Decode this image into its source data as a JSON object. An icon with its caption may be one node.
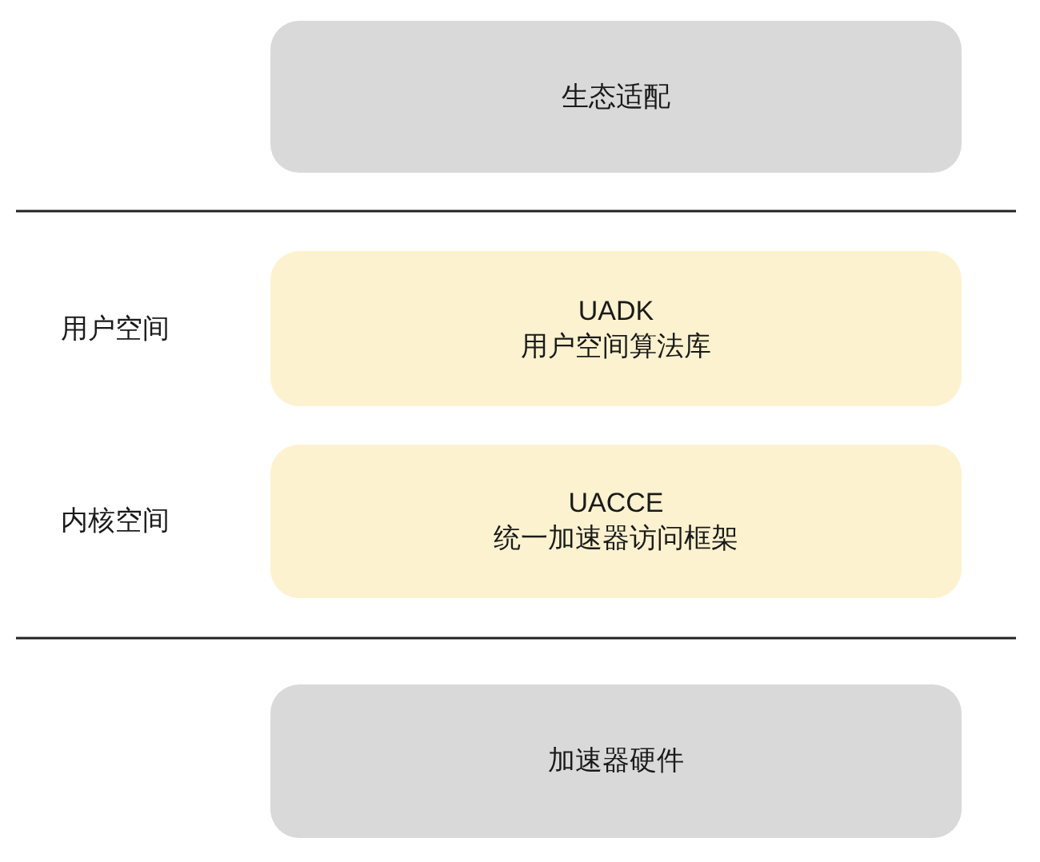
{
  "diagram": {
    "nodes": [
      {
        "text": [
          "生态适配"
        ]
      },
      {
        "text": [
          "UADK",
          "用户空间算法库"
        ]
      },
      {
        "text": [
          "UACCE",
          "统一加速器访问框架"
        ]
      },
      {
        "text": [
          "加速器硬件"
        ]
      }
    ],
    "labels": [
      "用户空间",
      "内核空间"
    ]
  }
}
